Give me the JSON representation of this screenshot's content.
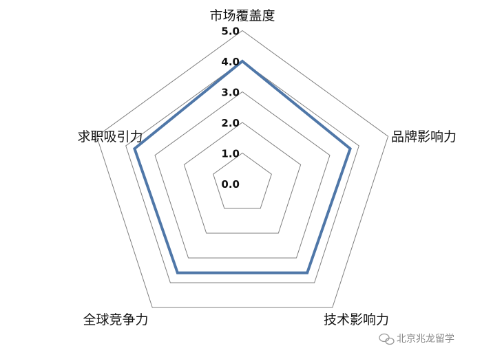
{
  "chart_data": {
    "type": "radar",
    "categories": [
      "市场覆盖度",
      "品牌影响力",
      "技术影响力",
      "全球竞争力",
      "求职吸引力"
    ],
    "series": [
      {
        "values": [
          4.0,
          3.7,
          3.6,
          3.6,
          3.7
        ],
        "color": "#4F77A8"
      }
    ],
    "rlim": [
      0,
      5
    ],
    "ticks": [
      "0.0",
      "1.0",
      "2.0",
      "3.0",
      "4.0",
      "5.0"
    ],
    "grid": true,
    "grid_color": "#7f7f7f"
  },
  "watermark": {
    "text": "北京兆龙留学",
    "icon": "wechat-icon"
  }
}
